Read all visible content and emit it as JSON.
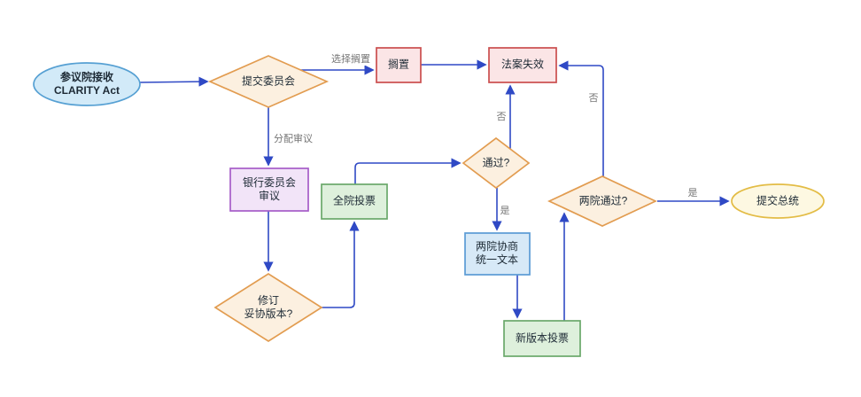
{
  "diagram": {
    "nodes": {
      "senate": {
        "line1": "参议院接收",
        "line2": "CLARITY Act"
      },
      "submit_committee": {
        "label": "提交委员会"
      },
      "shelve": {
        "label": "搁置"
      },
      "bill_fails": {
        "label": "法案失效"
      },
      "banking_committee": {
        "line1": "银行委员会",
        "line2": "审议"
      },
      "revise": {
        "line1": "修订",
        "line2": "妥协版本?"
      },
      "full_vote": {
        "label": "全院投票"
      },
      "pass": {
        "label": "通过?"
      },
      "negotiate": {
        "line1": "两院协商",
        "line2": "统一文本"
      },
      "new_vote": {
        "label": "新版本投票"
      },
      "both_pass": {
        "label": "两院通过?"
      },
      "president": {
        "label": "提交总统"
      }
    },
    "edge_labels": {
      "choose_shelve": "选择搁置",
      "assign_review": "分配审议",
      "pass_no": "否",
      "pass_yes": "是",
      "both_pass_no": "否",
      "both_pass_yes": "是"
    },
    "colors": {
      "edge": "#2f49c5",
      "edge_label_text": "#757575",
      "node_text": "#1d2a35",
      "start_fill": "#d2eaf8",
      "start_stroke": "#56a0d3",
      "decision_fill": "#fcf0e0",
      "decision_stroke": "#e29c50",
      "terminate_fill": "#fbe5e6",
      "terminate_stroke": "#cb4e4e",
      "committee_fill": "#f2e4f8",
      "committee_stroke": "#a65cc8",
      "vote_fill": "#def0dc",
      "vote_stroke": "#6aa86a",
      "negotiate_fill": "#d7e9f7",
      "negotiate_stroke": "#5b9bd5",
      "end_fill": "#fdf8e2",
      "end_stroke": "#e3bc45"
    }
  }
}
